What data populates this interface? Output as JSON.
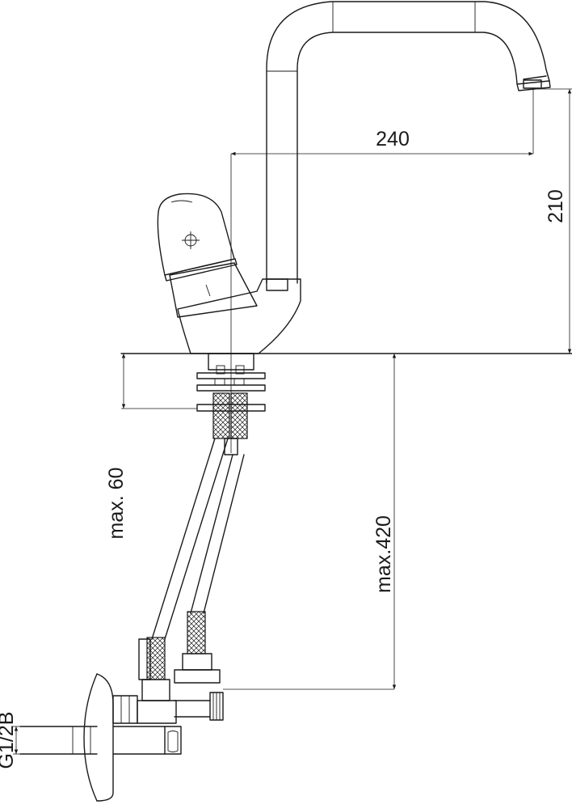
{
  "dimensions": {
    "spout_reach": "240",
    "spout_height": "210",
    "max_thickness": "max. 60",
    "max_length": "max.420",
    "thread": "G1/2B"
  },
  "colors": {
    "line": "#1a1a1a",
    "background": "#ffffff"
  }
}
